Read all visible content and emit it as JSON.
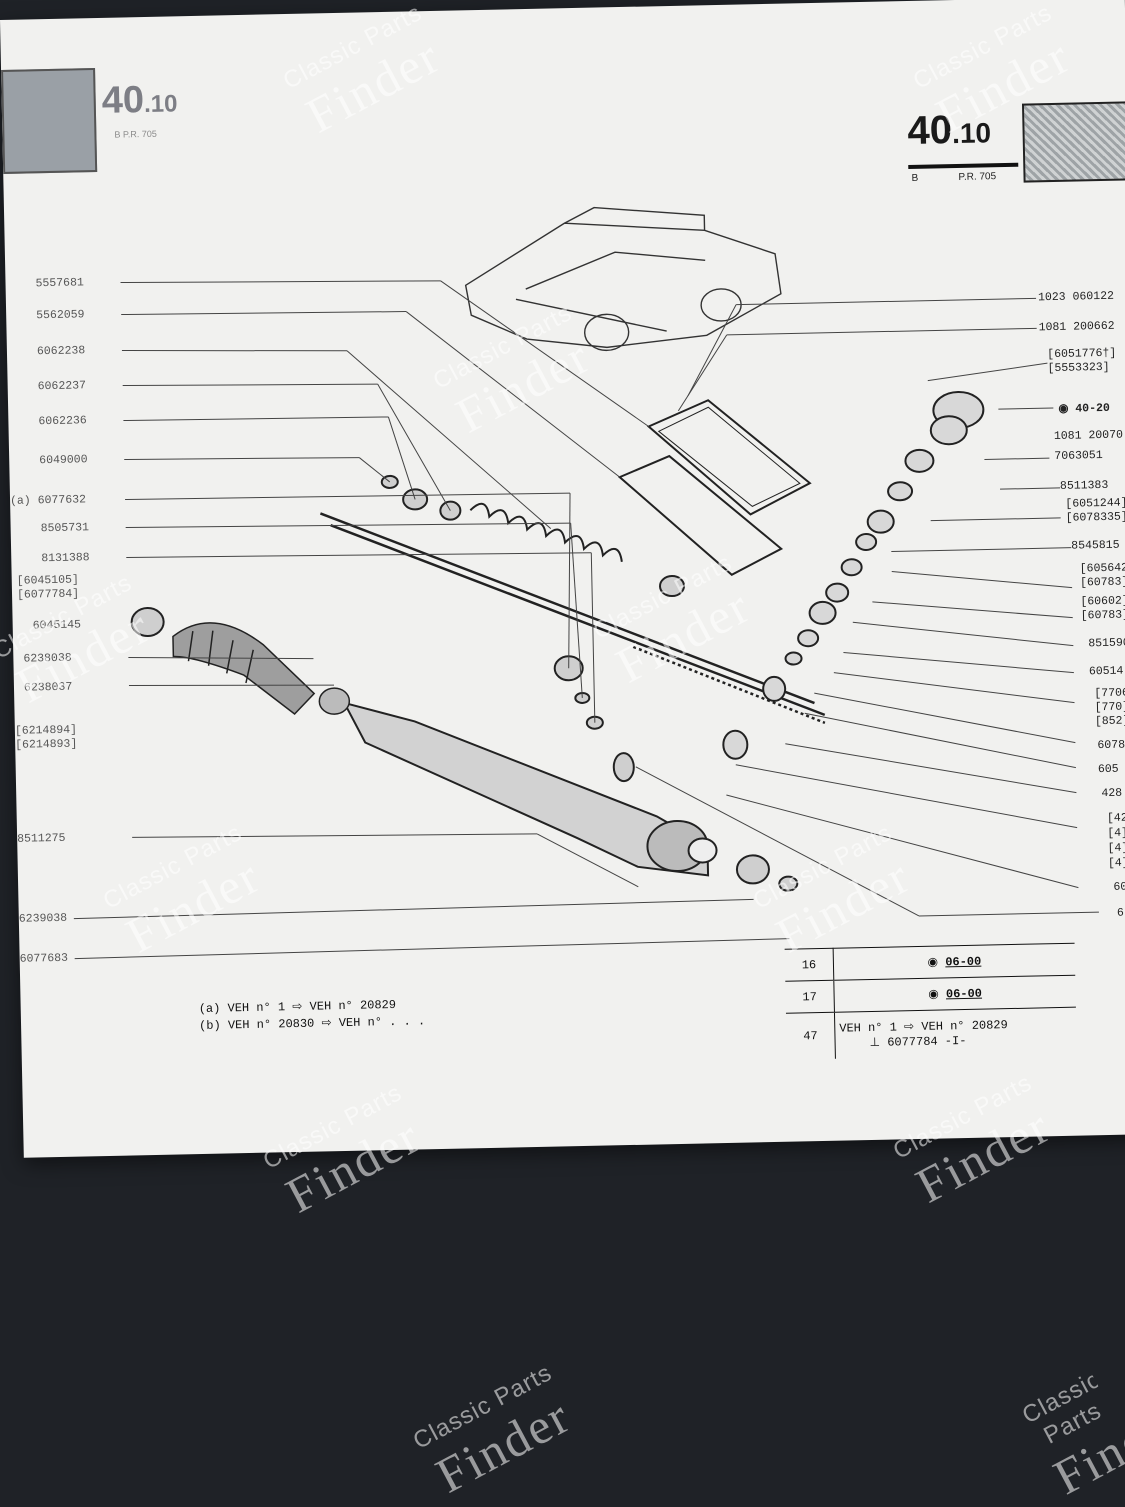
{
  "prev_page": {
    "number": "40",
    "decimal": ".10",
    "sub": "B          P.R. 705"
  },
  "header": {
    "number": "40",
    "decimal": ".10",
    "sub_left": "B",
    "sub_right": "P.R. 705"
  },
  "left_labels": [
    "5557681",
    "5562059",
    "6062238",
    "6062237",
    "6062236",
    "6049000",
    "(a) 6077632",
    "8505731",
    "8131388",
    "[6045105]",
    "[6077784]",
    "6045145",
    "6238038",
    "6238037",
    "[6214894]",
    "[6214893]",
    "8511275",
    "6239038",
    "6077683"
  ],
  "right_labels": [
    "1023 060122",
    "1081 200662",
    "[6051776†]",
    "[5553323]",
    "40-20",
    "1081 20070",
    "7063051",
    "8511383",
    "[6051244]",
    "[6078335]",
    "8545815",
    "[605642]",
    "[60783]",
    "[60602]",
    "[60783]",
    "851590",
    "60514",
    "[7706]",
    "[770]",
    "[852]",
    "6078",
    "605",
    "428",
    "[42]",
    "[4]",
    "[4]",
    "[4]",
    "60",
    "6"
  ],
  "table": [
    {
      "n": "16",
      "ref": "06-00"
    },
    {
      "n": "17",
      "ref": "06-00"
    },
    {
      "n": "47",
      "text": "VEH n° 1 ⇨ VEH n° 20829",
      "sub": "6077784 -I-"
    }
  ],
  "notes": [
    "(a) VEH n°     1 ⇨ VEH n° 20829",
    "(b) VEH n° 20830 ⇨ VEH n° . . ."
  ],
  "watermark": {
    "line1": "Classic Parts",
    "line2": "Finder"
  },
  "colors": {
    "page": "#f1f1ef",
    "background": "#1f2227",
    "ink": "#1a1a1a"
  }
}
